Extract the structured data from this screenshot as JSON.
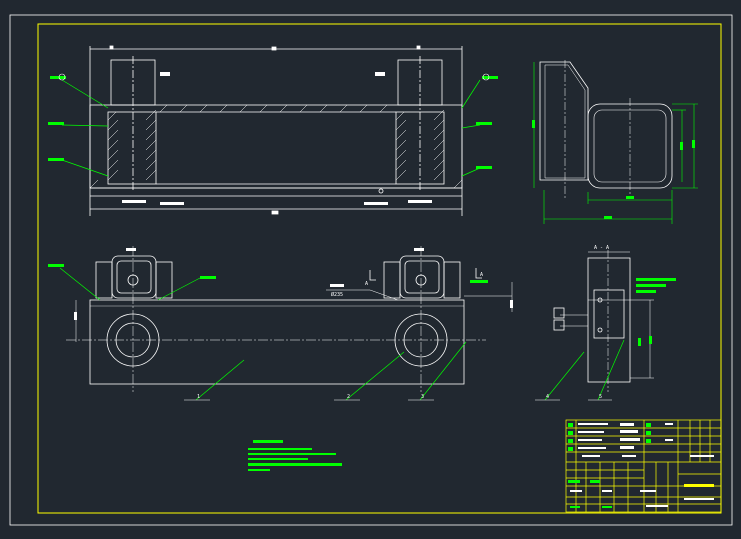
{
  "drawing": {
    "background": "#212830",
    "frame_color": "#ffff00",
    "line_color": "#ffffff",
    "dimension_color": "#00ff00",
    "centerline_color": "#ffffff"
  },
  "annotations": {
    "dim_note": "Ø235",
    "section_mark_a": "A",
    "section_label": "A - A",
    "balloons": [
      "1",
      "2",
      "3",
      "4",
      "5"
    ]
  }
}
